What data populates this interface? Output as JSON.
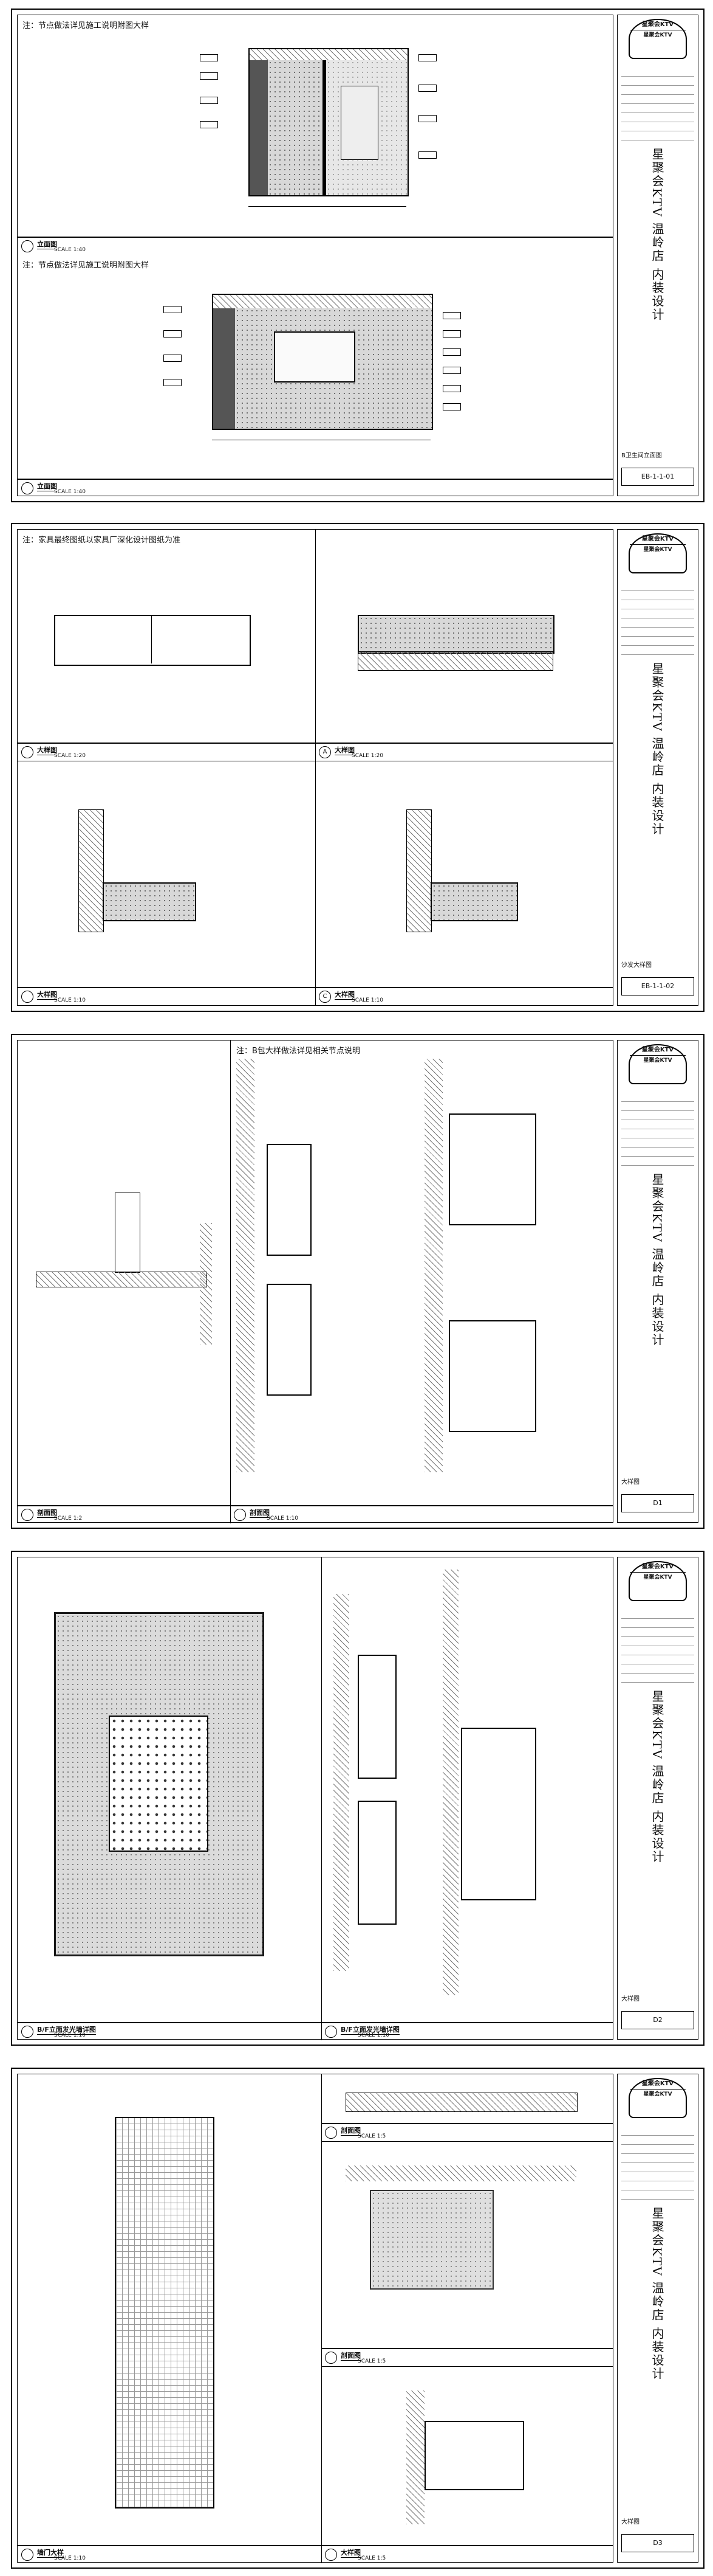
{
  "sheets": [
    {
      "note": "注：节点做法详见施工说明附图大样",
      "note2": "注：节点做法详见施工说明附图大样",
      "views": [
        {
          "sym": "",
          "title": "立面图",
          "scale": "SCALE 1:40"
        },
        {
          "sym": "",
          "title": "立面图",
          "scale": "SCALE 1:40"
        }
      ],
      "sheet_name": "B卫生间立面图",
      "sheet_no": "EB-1-1-01"
    },
    {
      "note": "注：家具最终图纸以家具厂深化设计图纸为准",
      "views": [
        {
          "sym": "",
          "title": "大样图",
          "scale": "SCALE 1:20"
        },
        {
          "sym": "A",
          "title": "大样图",
          "scale": "SCALE 1:20"
        },
        {
          "sym": "",
          "title": "大样图",
          "scale": "SCALE 1:10"
        },
        {
          "sym": "C",
          "title": "大样图",
          "scale": "SCALE 1:10"
        }
      ],
      "sheet_name": "沙发大样图",
      "sheet_no": "EB-1-1-02"
    },
    {
      "note": "注：B包大样做法详见相关节点说明",
      "views": [
        {
          "sym": "",
          "title": "剖面图",
          "scale": "SCALE 1:2"
        },
        {
          "sym": "",
          "title": "剖面图",
          "scale": "SCALE 1:10"
        }
      ],
      "sheet_name": "大样图",
      "sheet_no": "D1"
    },
    {
      "views": [
        {
          "sym": "",
          "title": "B/F立面发光墙详图",
          "scale": "SCALE 1:10"
        },
        {
          "sym": "",
          "title": "B/F立面发光墙详图",
          "scale": "SCALE 1:10"
        }
      ],
      "sheet_name": "大样图",
      "sheet_no": "D2"
    },
    {
      "views": [
        {
          "sym": "",
          "title": "墙门大样",
          "scale": "SCALE 1:10"
        },
        {
          "sym": "",
          "title": "剖面图",
          "scale": "SCALE 1:5"
        },
        {
          "sym": "",
          "title": "剖面图",
          "scale": "SCALE 1:5"
        },
        {
          "sym": "",
          "title": "大样图",
          "scale": "SCALE 1:5"
        }
      ],
      "sheet_name": "大样图",
      "sheet_no": "D3"
    }
  ],
  "title_block": {
    "logo_top": "星聚会KTV",
    "logo_bottom": "星聚会KTV",
    "project": "星聚会KTV 温岭店 内装设计"
  }
}
